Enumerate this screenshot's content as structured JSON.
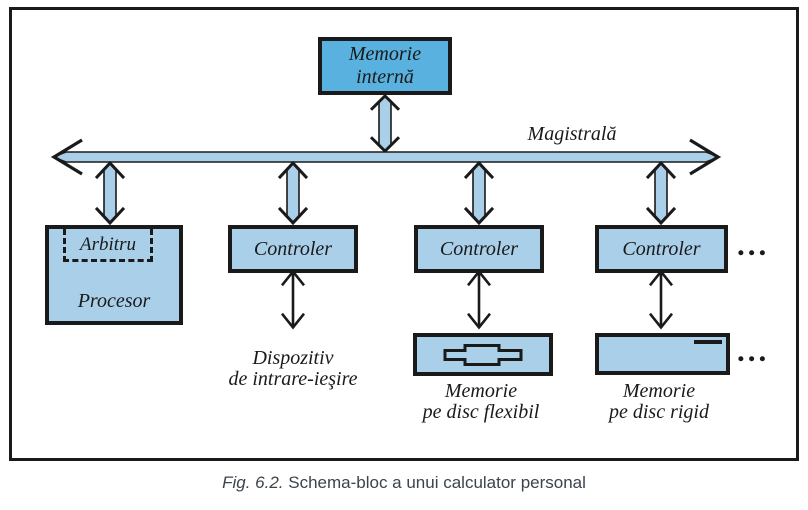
{
  "diagram": {
    "memorie_interna": {
      "line1": "Memorie",
      "line2": "internă"
    },
    "bus_label": "Magistrală",
    "arbitru_label": "Arbitru",
    "procesor_label": "Procesor",
    "controler_label": "Controler",
    "dispozitiv": {
      "line1": "Dispozitiv",
      "line2": "de intrare-ieşire"
    },
    "memorie_flexibil": {
      "line1": "Memorie",
      "line2": "pe disc flexibil"
    },
    "memorie_rigid": {
      "line1": "Memorie",
      "line2": "pe disc rigid"
    },
    "ellipsis": "...",
    "colors": {
      "ink": "#1a1a1a",
      "box_fill": "#a9cfe9",
      "memorie_interna_fill": "#58b1de",
      "arrow_fill": "#a9cfe9",
      "caption_text": "#3c434d"
    }
  },
  "caption": {
    "fig": "Fig. 6.2.",
    "text": "Schema-bloc a unui calculator personal"
  }
}
